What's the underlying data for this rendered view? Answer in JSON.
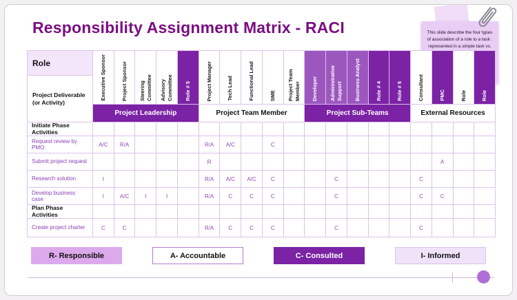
{
  "title": "Responsibility Assignment Matrix - RACI",
  "note": {
    "text": "This slide describe the four types of association of a role to a task . represented in a simple task vs. role diagram or matrix"
  },
  "colors": {
    "dark_purple": "#7B22A5",
    "mid_purple": "#9C57BF",
    "title_purple": "#7A0F82",
    "light_purple": "#DCA9EC",
    "note_bg": "#E9CDF4",
    "border": "#DCC2EC"
  },
  "table": {
    "role_header": "Role",
    "deliverable_header": "Project Deliverable (or Activity)",
    "columns": [
      {
        "label": "Executive Sponsor",
        "variant": "plain"
      },
      {
        "label": "Project Sponsor",
        "variant": "plain"
      },
      {
        "label": "Steering Committee",
        "variant": "plain"
      },
      {
        "label": "Advisory Committee",
        "variant": "plain"
      },
      {
        "label": "Role # 5",
        "variant": "dark"
      },
      {
        "label": "Project Manager",
        "variant": "plain"
      },
      {
        "label": "Tech Lead",
        "variant": "plain"
      },
      {
        "label": "Functional Lead",
        "variant": "plain"
      },
      {
        "label": "SME",
        "variant": "plain"
      },
      {
        "label": "Project Team Member",
        "variant": "plain"
      },
      {
        "label": "Developer",
        "variant": "mid"
      },
      {
        "label": "Administrative Support",
        "variant": "mid"
      },
      {
        "label": "Business Analyst",
        "variant": "mid"
      },
      {
        "label": "Role # 4",
        "variant": "dark"
      },
      {
        "label": "Role # 5",
        "variant": "dark"
      },
      {
        "label": "Consultant",
        "variant": "plain"
      },
      {
        "label": "PMC",
        "variant": "dark"
      },
      {
        "label": "Role",
        "variant": "plain"
      },
      {
        "label": "Role",
        "variant": "dark"
      }
    ],
    "groups": [
      {
        "label": "Project Leadership",
        "span": 5,
        "variant": "purple"
      },
      {
        "label": "Project Team Member",
        "span": 5,
        "variant": "white"
      },
      {
        "label": "Project Sub-Teams",
        "span": 5,
        "variant": "purple"
      },
      {
        "label": "External Resources",
        "span": 4,
        "variant": "white"
      }
    ],
    "rows": [
      {
        "type": "phase",
        "label": "Initiate Phase Activities",
        "cells": [
          "",
          "",
          "",
          "",
          "",
          "",
          "",
          "",
          "",
          "",
          "",
          "",
          "",
          "",
          "",
          "",
          "",
          "",
          ""
        ]
      },
      {
        "type": "data",
        "label": "Request review by PMO",
        "cells": [
          "A/C",
          "R/A",
          "",
          "",
          "",
          "R/A",
          "A/C",
          "",
          "C",
          "",
          "",
          "",
          "",
          "",
          "",
          "",
          "",
          "",
          ""
        ]
      },
      {
        "type": "data",
        "label": "Submit project request",
        "cells": [
          "",
          "",
          "",
          "",
          "",
          "R",
          "",
          "",
          "",
          "",
          "",
          "",
          "",
          "",
          "",
          "",
          "A",
          "",
          ""
        ]
      },
      {
        "type": "data",
        "label": "Research solution",
        "cells": [
          "I",
          "",
          "",
          "",
          "",
          "R/A",
          "A/C",
          "A/C",
          "C",
          "",
          "",
          "C",
          "",
          "",
          "",
          "C",
          "",
          "",
          ""
        ]
      },
      {
        "type": "data",
        "label": "Develop business case",
        "cells": [
          "I",
          "A/C",
          "I",
          "I",
          "",
          "R/A",
          "C",
          "C",
          "C",
          "",
          "",
          "C",
          "",
          "",
          "",
          "C",
          "C",
          "",
          ""
        ]
      },
      {
        "type": "phase",
        "label": "Plan Phase Activities",
        "cells": [
          "",
          "",
          "",
          "",
          "",
          "",
          "",
          "",
          "",
          "",
          "",
          "",
          "",
          "",
          "",
          "",
          "",
          "",
          ""
        ]
      },
      {
        "type": "data",
        "label": "Create project charter",
        "cells": [
          "C",
          "C",
          "",
          "",
          "",
          "R/A",
          "C",
          "C",
          "C",
          "",
          "",
          "C",
          "",
          "",
          "",
          "C",
          "",
          "",
          ""
        ]
      }
    ]
  },
  "legend": [
    {
      "label": "R- Responsible",
      "variant": "light"
    },
    {
      "label": "A- Accountable",
      "variant": "outline"
    },
    {
      "label": "C- Consulted",
      "variant": "dark"
    },
    {
      "label": "I- Informed",
      "variant": "lighter"
    }
  ]
}
